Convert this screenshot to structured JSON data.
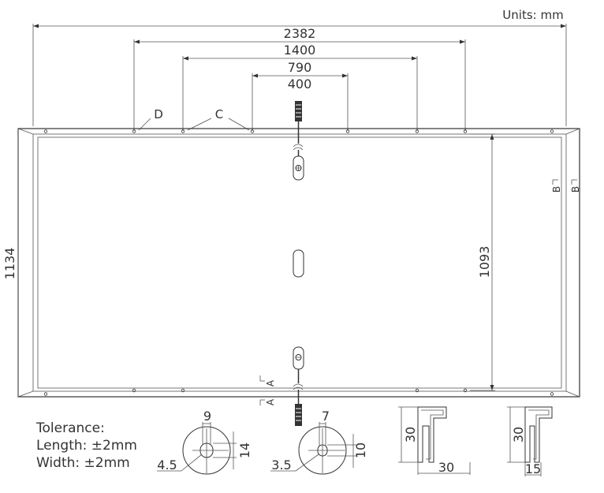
{
  "units_label": "Units: mm",
  "dimensions": {
    "overall_length": "2382",
    "hole_spacing_1400": "1400",
    "hole_spacing_790": "790",
    "hole_spacing_400": "400",
    "overall_width": "1134",
    "inner_hole_spacing": "1093"
  },
  "callouts": {
    "detail_d": "D",
    "detail_c": "C",
    "section_b": "B",
    "section_a": "A"
  },
  "tolerance": {
    "title": "Tolerance:",
    "length": "Length: ±2mm",
    "width": "Width: ±2mm"
  },
  "detail_mounting_hole": {
    "slot_width": "9",
    "slot_length": "14",
    "hole_radius": "4.5"
  },
  "detail_grounding_hole": {
    "slot_width": "7",
    "slot_length": "10",
    "hole_radius": "3.5"
  },
  "section_long_side": {
    "height": "30",
    "width": "30"
  },
  "section_short_side": {
    "height": "30",
    "width": "15"
  }
}
